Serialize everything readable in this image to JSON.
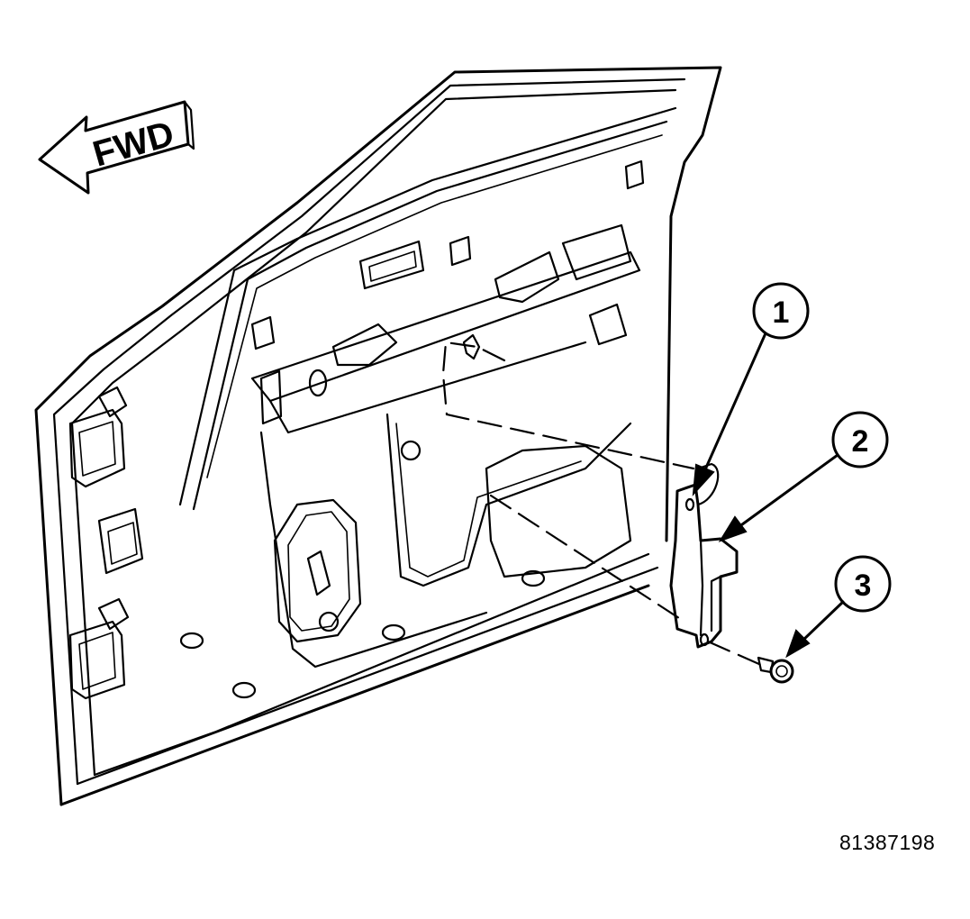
{
  "direction_arrow": {
    "label": "FWD"
  },
  "callouts": [
    {
      "number": "1"
    },
    {
      "number": "2"
    },
    {
      "number": "3"
    }
  ],
  "figure_number": "81387198"
}
